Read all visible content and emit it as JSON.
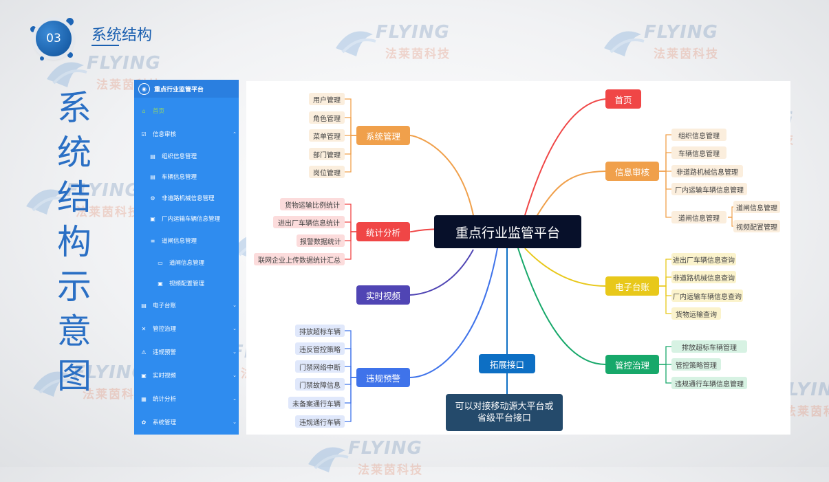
{
  "slide": {
    "number": "03",
    "title": "系统结构",
    "vertical_title": [
      "系",
      "统",
      "结",
      "构",
      "示",
      "意",
      "图"
    ],
    "watermark_en": "FLYING",
    "watermark_cn": "法莱茵科技"
  },
  "sidebar": {
    "title": "重点行业监管平台",
    "items": [
      {
        "label": "首页",
        "icon": "home-icon",
        "glyph": "⌂",
        "level": 0,
        "active": true
      },
      {
        "label": "信息审核",
        "icon": "review-icon",
        "glyph": "☑",
        "level": 0,
        "expanded": true
      },
      {
        "label": "组织信息管理",
        "icon": "document-icon",
        "glyph": "▤",
        "level": 1
      },
      {
        "label": "车辆信息管理",
        "icon": "document-icon",
        "glyph": "▤",
        "level": 1
      },
      {
        "label": "非道路机械信息管理",
        "icon": "machine-icon",
        "glyph": "⚙",
        "level": 1
      },
      {
        "label": "厂内运输车辆信息管理",
        "icon": "truck-icon",
        "glyph": "▣",
        "level": 1
      },
      {
        "label": "道闸信息管理",
        "icon": "gate-icon",
        "glyph": "≡",
        "level": 1,
        "expanded": true
      },
      {
        "label": "道闸信息管理",
        "icon": "gate-icon",
        "glyph": "▭",
        "level": 2
      },
      {
        "label": "视频配置管理",
        "icon": "video-icon",
        "glyph": "▣",
        "level": 2
      },
      {
        "label": "电子台账",
        "icon": "ledger-icon",
        "glyph": "▤",
        "level": 0
      },
      {
        "label": "管控治理",
        "icon": "tools-icon",
        "glyph": "✕",
        "level": 0
      },
      {
        "label": "违规预警",
        "icon": "warning-icon",
        "glyph": "⚠",
        "level": 0
      },
      {
        "label": "实时视频",
        "icon": "video-icon",
        "glyph": "▣",
        "level": 0
      },
      {
        "label": "统计分析",
        "icon": "chart-icon",
        "glyph": "▦",
        "level": 0
      },
      {
        "label": "系统管理",
        "icon": "gear-icon",
        "glyph": "✿",
        "level": 0
      }
    ]
  },
  "mindmap": {
    "center": "重点行业监管平台",
    "branches": {
      "system": {
        "label": "系统管理",
        "color": "#f0a04b",
        "leaf_bg": "#fbeedd",
        "leaves": [
          "用户管理",
          "角色管理",
          "菜单管理",
          "部门管理",
          "岗位管理"
        ]
      },
      "stats": {
        "label": "统计分析",
        "color": "#f04646",
        "leaf_bg": "#fcdcdc",
        "leaves": [
          "货物运输比例统计",
          "进出厂车辆信息统计",
          "报警数据统计",
          "联网企业上传数据统计汇总"
        ]
      },
      "video": {
        "label": "实时视频",
        "color": "#5045b4",
        "leaves": []
      },
      "warning": {
        "label": "违规预警",
        "color": "#3f73ea",
        "leaf_bg": "#e0e8fb",
        "leaves": [
          "排放超标车辆",
          "违反管控策略",
          "门禁网络中断",
          "门禁故障信息",
          "未备案通行车辆",
          "违规通行车辆"
        ]
      },
      "interface": {
        "label": "拓展接口",
        "color": "#0d6fc4",
        "note": "可以对接移动源大平台或省级平台接口",
        "note_color": "#244a6b"
      },
      "home": {
        "label": "首页",
        "color": "#f04646",
        "leaves": []
      },
      "review": {
        "label": "信息审核",
        "color": "#f0a04b",
        "leaf_bg": "#fbeedd",
        "leaves": [
          "组织信息管理",
          "车辆信息管理",
          "非道路机械信息管理",
          "厂内运输车辆信息管理",
          "道闸信息管理"
        ],
        "sub": [
          "道闸信息管理",
          "视频配置管理"
        ]
      },
      "ledger": {
        "label": "电子台账",
        "color": "#e8c81a",
        "leaf_bg": "#fbf3cc",
        "leaves": [
          "进出厂车辆信息查询",
          "非道路机械信息查询",
          "厂内运输车辆信息查询",
          "货物运输查询"
        ]
      },
      "control": {
        "label": "管控治理",
        "color": "#17a86a",
        "leaf_bg": "#d7f2e3",
        "leaves": [
          "排放超标车辆管理",
          "管控策略管理",
          "违规通行车辆信息管理"
        ]
      }
    }
  }
}
